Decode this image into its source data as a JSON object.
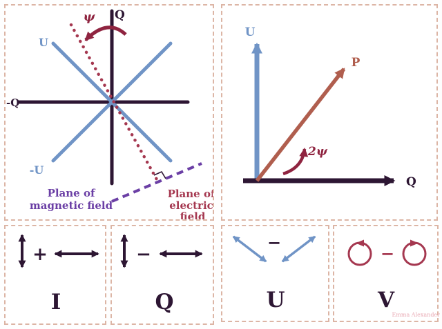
{
  "colors": {
    "panel_border": "#dcb5a5",
    "axis_dark": "#2d1633",
    "axis_blue": "#7094c6",
    "electric_red": "#a53850",
    "magnetic_purple": "#6b3fa5",
    "p_rust": "#b05e4e",
    "angle_maroon": "#8f2440"
  },
  "qu_plane": {
    "q_axis": "Q",
    "neg_q_axis": "-Q",
    "u_axis": "U",
    "neg_u_axis": "-U",
    "psi": "ψ",
    "magnetic_line1": "Plane of",
    "magnetic_line2": "magnetic field",
    "electric_line1": "Plane of",
    "electric_line2": "electric",
    "electric_line3": "field"
  },
  "qu_vector": {
    "u_axis": "U",
    "q_axis": "Q",
    "p_vector": "P",
    "angle": "2ψ"
  },
  "stokes": {
    "i": {
      "label": "I",
      "op": "+"
    },
    "q": {
      "label": "Q",
      "op": "−"
    },
    "u": {
      "label": "U",
      "op": "−"
    },
    "v": {
      "label": "V",
      "op": "−"
    }
  },
  "watermark": "Emma Alexander"
}
